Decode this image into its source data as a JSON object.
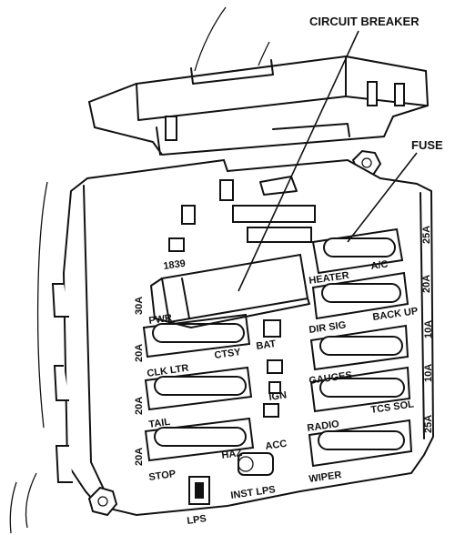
{
  "callouts": {
    "circuit_breaker": "CIRCUIT BREAKER",
    "fuse": "FUSE"
  },
  "labels": {
    "code_1839": "1839",
    "heater": "HEATER",
    "ac": "A/C",
    "pwr": "PWR",
    "back_up": "BACK UP",
    "dir_sig": "DIR SIG",
    "ctsy": "CTSY",
    "bat": "BAT",
    "clk_ltr": "CLK LTR",
    "gauges": "GAUGES",
    "ign": "IGN",
    "tail": "TAIL",
    "tcs_sol": "TCS SOL",
    "radio": "RADIO",
    "haz": "HAZ",
    "acc": "ACC",
    "stop": "STOP",
    "lps": "LPS",
    "inst_lps": "INST LPS",
    "wiper": "WIPER"
  },
  "ratings": {
    "r_25a_top": "25A",
    "r_20a_right": "20A",
    "r_10a_1": "10A",
    "r_10a_2": "10A",
    "r_25a_bottom": "25A",
    "r_30a": "30A",
    "r_20a_left1": "20A",
    "r_20a_left2": "20A",
    "r_20a_left3": "20A"
  }
}
